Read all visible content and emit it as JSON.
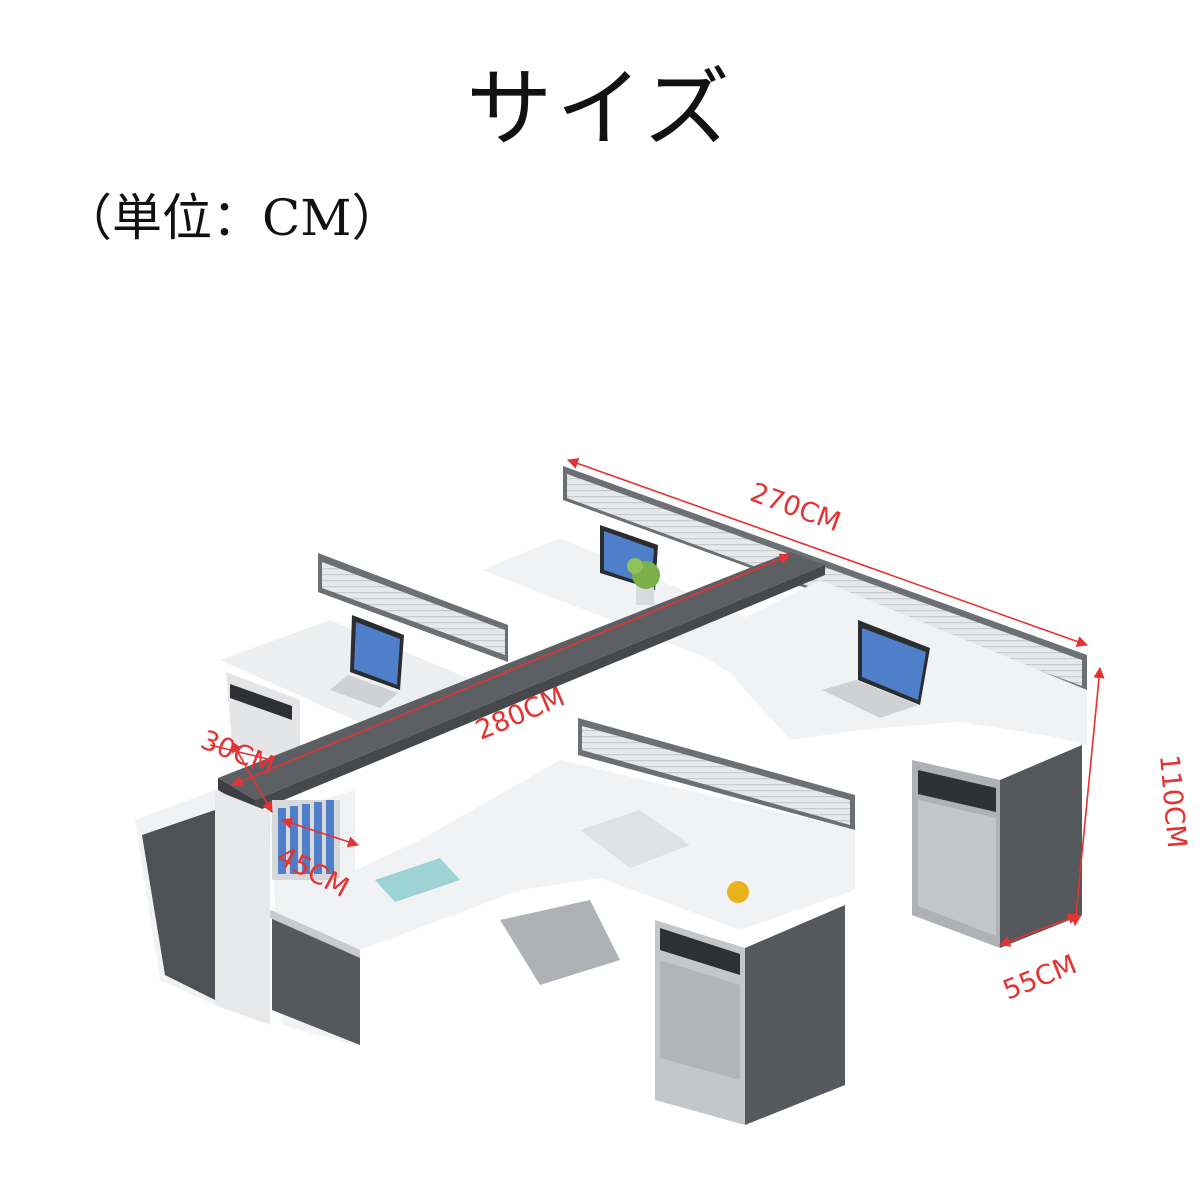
{
  "title": "サイズ",
  "unit_note": "（単位：CM）",
  "colors": {
    "dimension": "#e53232",
    "panel_dark": "#55585c",
    "panel_mid": "#8a8d91",
    "desktop": "#f1f2f3",
    "glass": "#e6e8ea"
  },
  "dimensions": {
    "length": "270CM",
    "depth_total": "280CM",
    "height": "110CM",
    "desk_depth": "55CM",
    "side_30": "30CM",
    "side_45": "45CM"
  }
}
